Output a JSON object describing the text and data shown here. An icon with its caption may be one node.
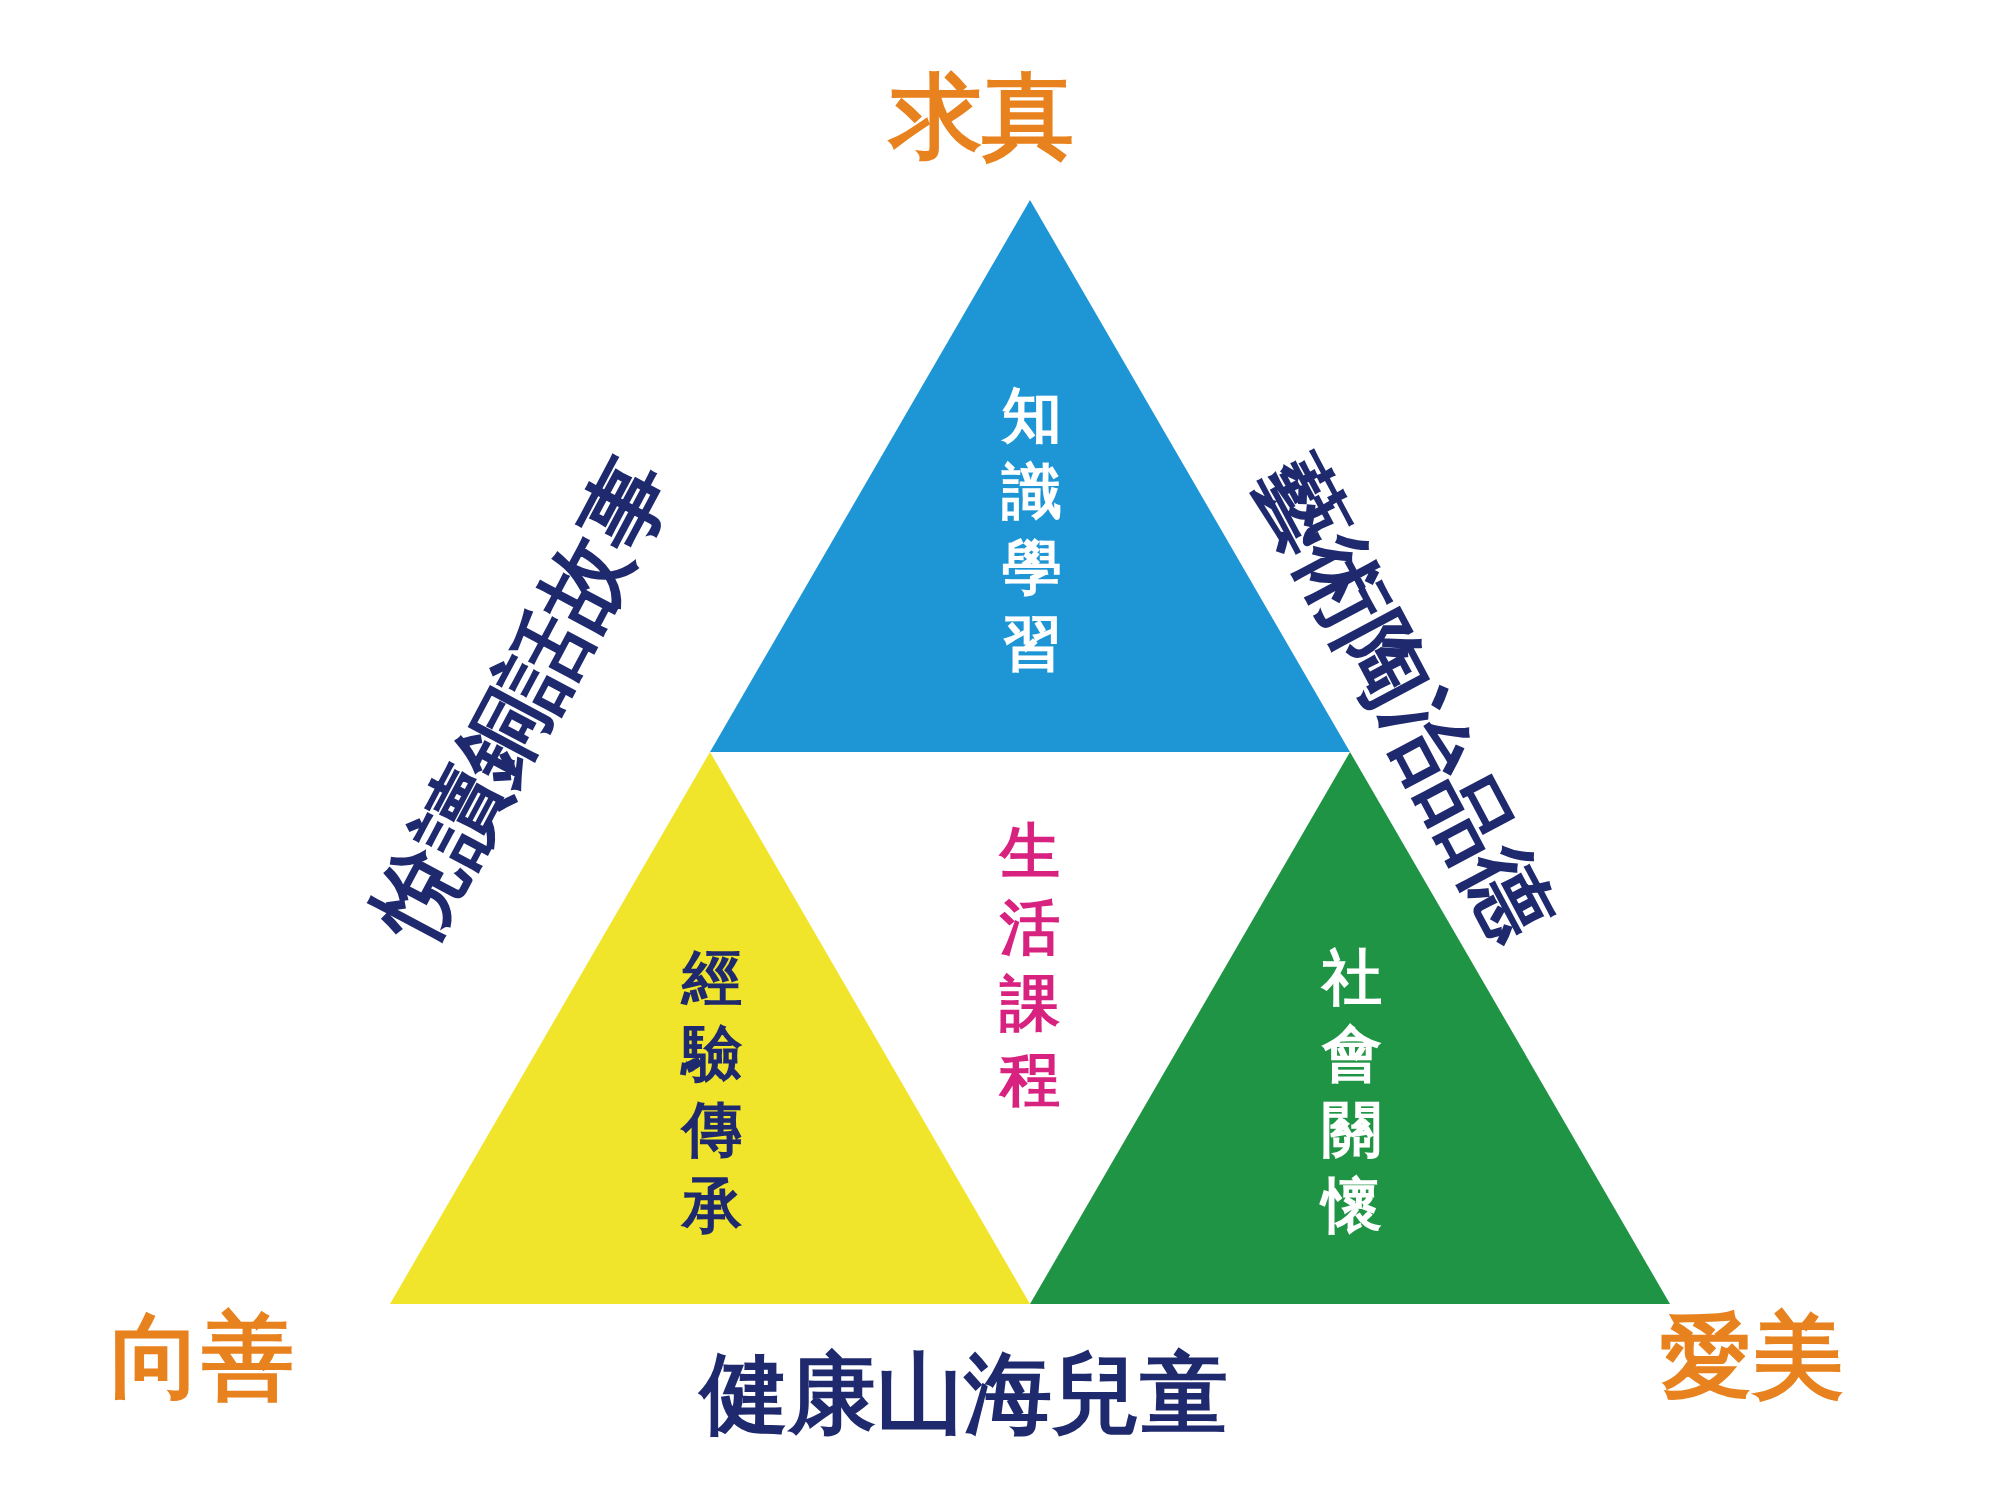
{
  "diagram": {
    "nodes": [
      {
        "text": [
          "知識學習"
        ]
      },
      {
        "text": [
          "經驗傳承"
        ]
      },
      {
        "text": [
          "社會關懷"
        ]
      }
    ],
    "edges": [],
    "labels": [
      "求真",
      "悅讀銅話故事",
      "藝術陶冶品德",
      "生活課程",
      "向善",
      "愛美",
      "健康山海兒童"
    ]
  }
}
